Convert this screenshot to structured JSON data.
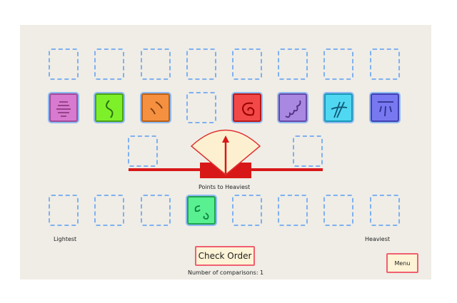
{
  "scale": {
    "label": "Points to Heaviest"
  },
  "labels": {
    "lightest": "Lightest",
    "heaviest": "Heaviest"
  },
  "buttons": {
    "check_order": "Check Order",
    "menu": "Menu"
  },
  "status": {
    "comparisons": "Number of comparisons: 1"
  },
  "tiles": [
    {
      "color": "#d87ad0",
      "border": "#a04a98",
      "glyph": "lines-symbol"
    },
    {
      "color": "#7ef02a",
      "border": "#4aa018",
      "glyph": "squiggle-symbol"
    },
    {
      "color": "#f59040",
      "border": "#b86018",
      "glyph": "strokes-symbol"
    },
    null,
    {
      "color": "#f24848",
      "border": "#b81818",
      "glyph": "spiral-symbol"
    },
    {
      "color": "#a888e0",
      "border": "#6848a8",
      "glyph": "wave-symbol"
    },
    {
      "color": "#50d8f2",
      "border": "#1898b8",
      "glyph": "cross-symbol"
    },
    {
      "color": "#7878f0",
      "border": "#4040b0",
      "glyph": "bars-symbol"
    }
  ],
  "bottom_tile": {
    "slot": 4,
    "color": "#58f090",
    "border": "#20a050",
    "glyph": "circles-symbol"
  }
}
